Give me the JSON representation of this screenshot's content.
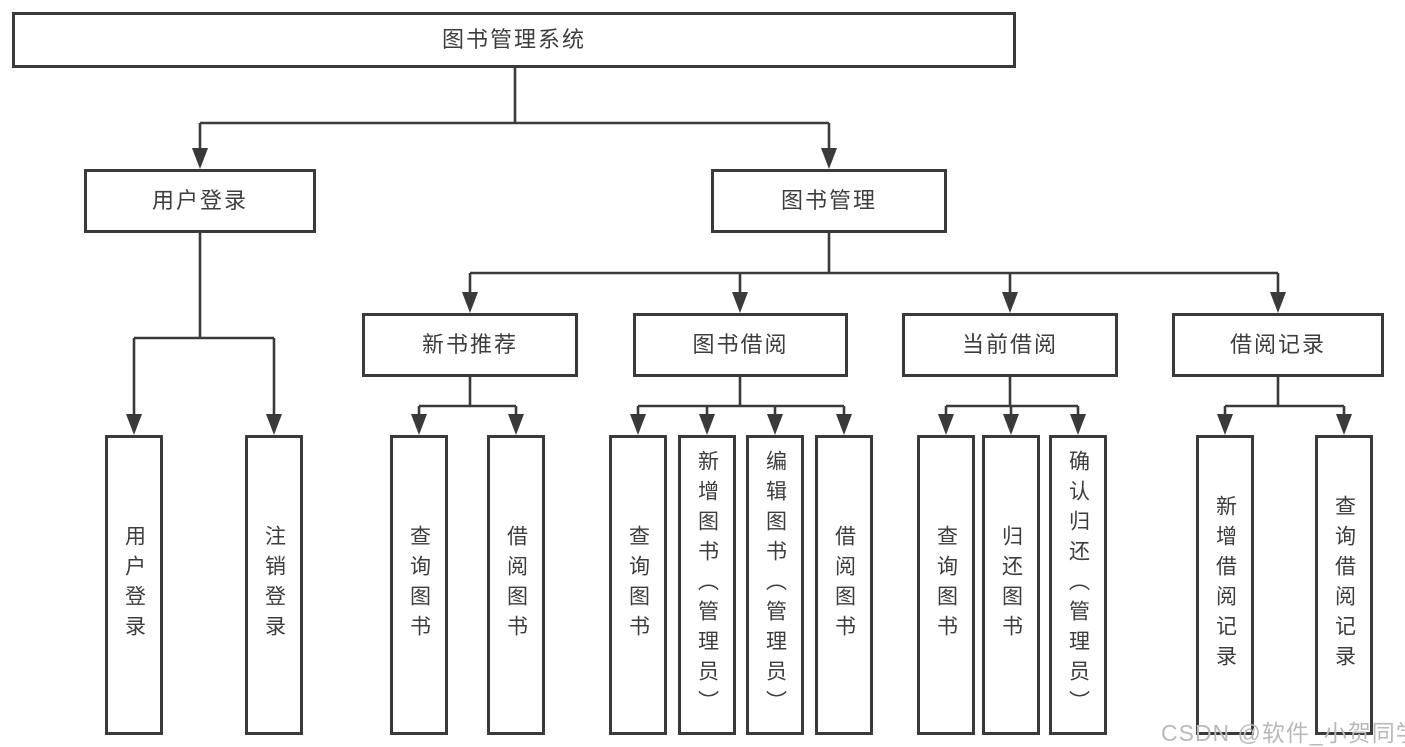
{
  "diagram_title": "图书管理系统",
  "watermark": "CSDN @软件_小贺同学",
  "colors": {
    "line": "#3a3a3a",
    "text": "#3d3d3d",
    "background": "#ffffff",
    "watermark": "#b9b9b9"
  },
  "nodes": {
    "root": "图书管理系统",
    "user_login": "用户登录",
    "book_management": "图书管理",
    "new_book_recommend": "新书推荐",
    "book_borrow": "图书借阅",
    "current_borrow": "当前借阅",
    "borrow_record": "借阅记录",
    "user_login_children": [
      "用户登录",
      "注销登录"
    ],
    "new_book_recommend_children": [
      "查询图书",
      "借阅图书"
    ],
    "book_borrow_children": [
      "查询图书",
      "新增图书（管理员）",
      "编辑图书（管理员）",
      "借阅图书"
    ],
    "current_borrow_children": [
      "查询图书",
      "归还图书",
      "确认归还（管理员）"
    ],
    "borrow_record_children": [
      "新增借阅记录",
      "查询借阅记录"
    ]
  }
}
